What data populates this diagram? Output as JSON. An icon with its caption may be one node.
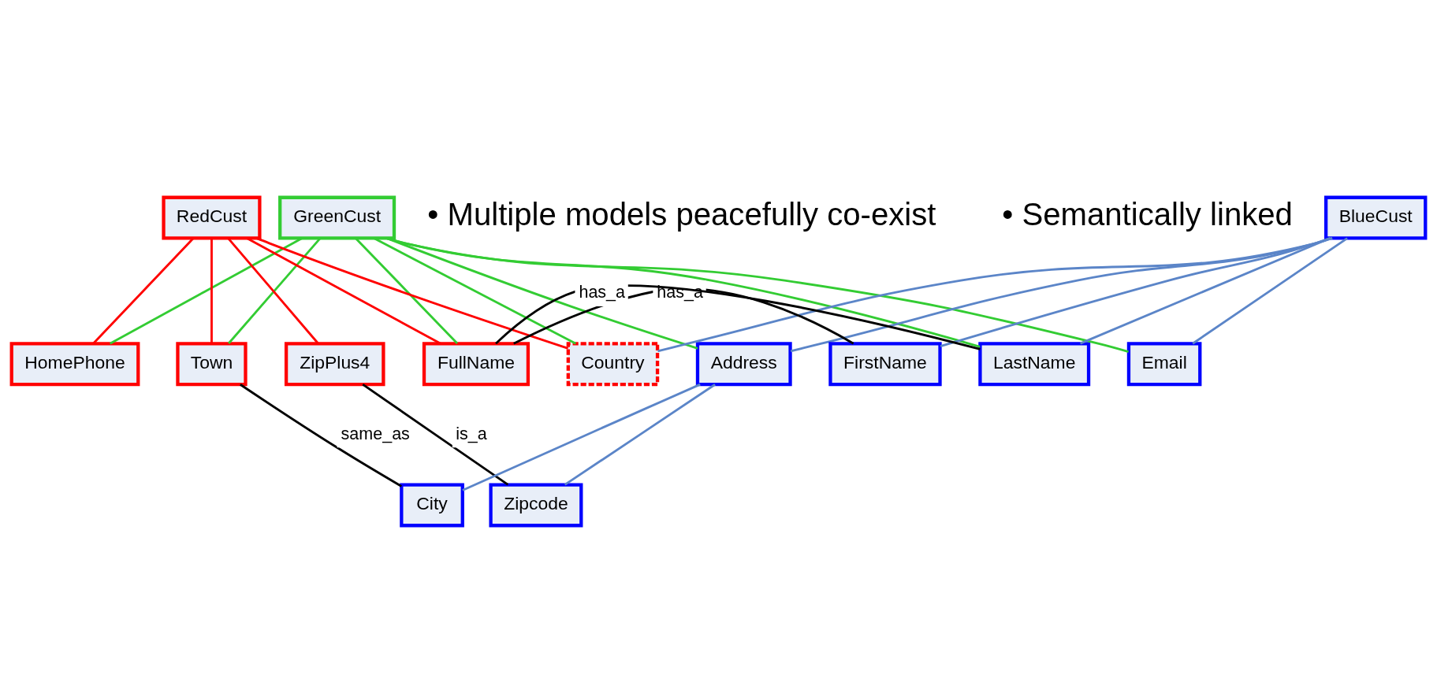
{
  "diagram": {
    "nodes": [
      {
        "text": [
          "GreenCust"
        ]
      },
      {
        "text": [
          "RedCust"
        ]
      },
      {
        "text": [
          "BlueCust"
        ]
      },
      {
        "text": [
          "HomePhone"
        ]
      },
      {
        "text": [
          "Town"
        ]
      },
      {
        "text": [
          "ZipPlus4"
        ]
      },
      {
        "text": [
          "FullName"
        ]
      },
      {
        "text": [
          "Country"
        ]
      },
      {
        "text": [
          "Address"
        ]
      },
      {
        "text": [
          "FirstName"
        ]
      },
      {
        "text": [
          "LastName"
        ]
      },
      {
        "text": [
          "Email"
        ]
      },
      {
        "text": [
          "City"
        ]
      },
      {
        "text": [
          "Zipcode"
        ]
      }
    ],
    "edges": [
      {
        "from": 0,
        "to": 3,
        "arrow": "none",
        "color": "#33cc33"
      },
      {
        "from": 0,
        "to": 4,
        "arrow": "none",
        "color": "#33cc33"
      },
      {
        "from": 0,
        "to": 6,
        "arrow": "none",
        "color": "#33cc33"
      },
      {
        "from": 0,
        "to": 7,
        "arrow": "none",
        "color": "#33cc33"
      },
      {
        "from": 0,
        "to": 8,
        "arrow": "none",
        "color": "#33cc33"
      },
      {
        "from": 0,
        "to": 10,
        "arrow": "none",
        "color": "#33cc33"
      },
      {
        "from": 0,
        "to": 11,
        "arrow": "none",
        "color": "#33cc33"
      },
      {
        "from": 1,
        "to": 3,
        "arrow": "none",
        "color": "#ff0000"
      },
      {
        "from": 1,
        "to": 4,
        "arrow": "none",
        "color": "#ff0000"
      },
      {
        "from": 1,
        "to": 5,
        "arrow": "none",
        "color": "#ff0000"
      },
      {
        "from": 1,
        "to": 6,
        "arrow": "none",
        "color": "#ff0000"
      },
      {
        "from": 1,
        "to": 7,
        "arrow": "none",
        "color": "#ff0000"
      },
      {
        "from": 2,
        "to": 7,
        "arrow": "none",
        "color": "#5b85c8"
      },
      {
        "from": 2,
        "to": 8,
        "arrow": "none",
        "color": "#5b85c8"
      },
      {
        "from": 2,
        "to": 9,
        "arrow": "none",
        "color": "#5b85c8"
      },
      {
        "from": 2,
        "to": 10,
        "arrow": "none",
        "color": "#5b85c8"
      },
      {
        "from": 2,
        "to": 11,
        "arrow": "none",
        "color": "#5b85c8"
      },
      {
        "from": 8,
        "to": 12,
        "arrow": "none",
        "color": "#5b85c8"
      },
      {
        "from": 8,
        "to": 13,
        "arrow": "none",
        "color": "#5b85c8"
      },
      {
        "from": 6,
        "to": 10,
        "arrow": "none",
        "label": "has_a",
        "color": "#000000"
      },
      {
        "from": 6,
        "to": 9,
        "arrow": "none",
        "label": "has_a",
        "color": "#000000"
      },
      {
        "from": 5,
        "to": 13,
        "arrow": "none",
        "label": "is_a",
        "color": "#000000"
      },
      {
        "from": 4,
        "to": 12,
        "arrow": "none",
        "label": "same_as",
        "color": "#000000"
      }
    ],
    "labels": [
      "• Multiple models peacefully co-exist",
      "• Semantically linked"
    ]
  }
}
